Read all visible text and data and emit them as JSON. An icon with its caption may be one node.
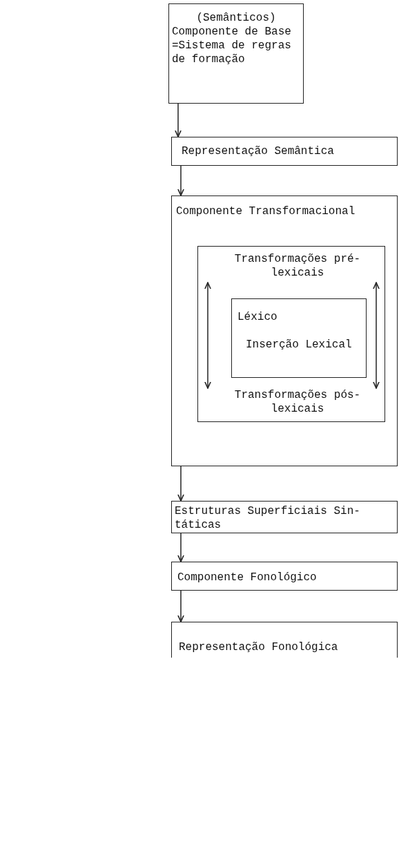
{
  "diagram": {
    "nodes": [
      {
        "text": [
          "(Semânticos)",
          "Componente de Base =Sistema de regras de formação"
        ]
      },
      {
        "text": [
          "Representação Semântica"
        ]
      },
      {
        "text": [
          "Componente Transformacional"
        ]
      },
      {
        "text": [],
        "shape": "box",
        "in": 2
      },
      {
        "text": [
          "Transformações pré- lexicais"
        ],
        "in": 3
      },
      {
        "text": [
          "Léxico",
          "Inserção Lexical"
        ],
        "in": 3
      },
      {
        "text": [
          "Transformações pós- lexicais"
        ],
        "in": 3
      },
      {
        "text": [
          "Estruturas Superficiais Sin- táticas"
        ]
      },
      {
        "text": [
          "Componente Fonológico"
        ]
      },
      {
        "text": [
          "Representação Fonológica"
        ]
      }
    ],
    "edges": [
      {
        "from": 0,
        "to": 1,
        "arrow": "to"
      },
      {
        "from": 1,
        "to": 2,
        "arrow": "to"
      },
      {
        "from": 4,
        "to": 6,
        "arrow": "both"
      },
      {
        "from": 4,
        "to": 6,
        "arrow": "both"
      },
      {
        "from": 2,
        "to": 7,
        "arrow": "to"
      },
      {
        "from": 7,
        "to": 8,
        "arrow": "to"
      },
      {
        "from": 8,
        "to": 9,
        "arrow": "to"
      }
    ]
  }
}
